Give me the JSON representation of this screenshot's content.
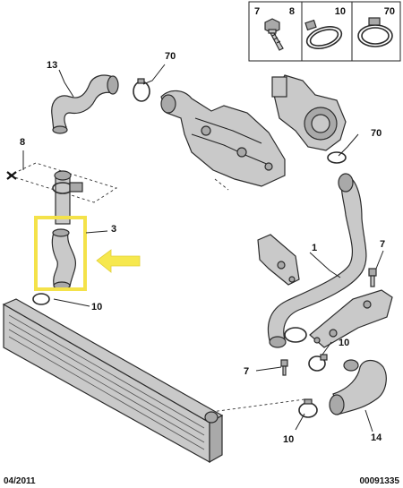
{
  "legend": {
    "cells": [
      {
        "number": "7",
        "ref": "8"
      },
      {
        "number": "10",
        "ref": "70"
      }
    ]
  },
  "callouts": {
    "c13": "13",
    "c70a": "70",
    "c70b": "70",
    "c8": "8",
    "c3": "3",
    "c1": "1",
    "c7a": "7",
    "c10a": "10",
    "c10b": "10",
    "c7b": "7",
    "c10c": "10",
    "c14": "14"
  },
  "footer": {
    "date": "04/2011",
    "code": "00091335"
  },
  "colors": {
    "highlight_frame": "#f4e24a",
    "arrow": "#f6e84e",
    "part_fill": "#c9c9c9",
    "line": "#2b2b2b"
  }
}
